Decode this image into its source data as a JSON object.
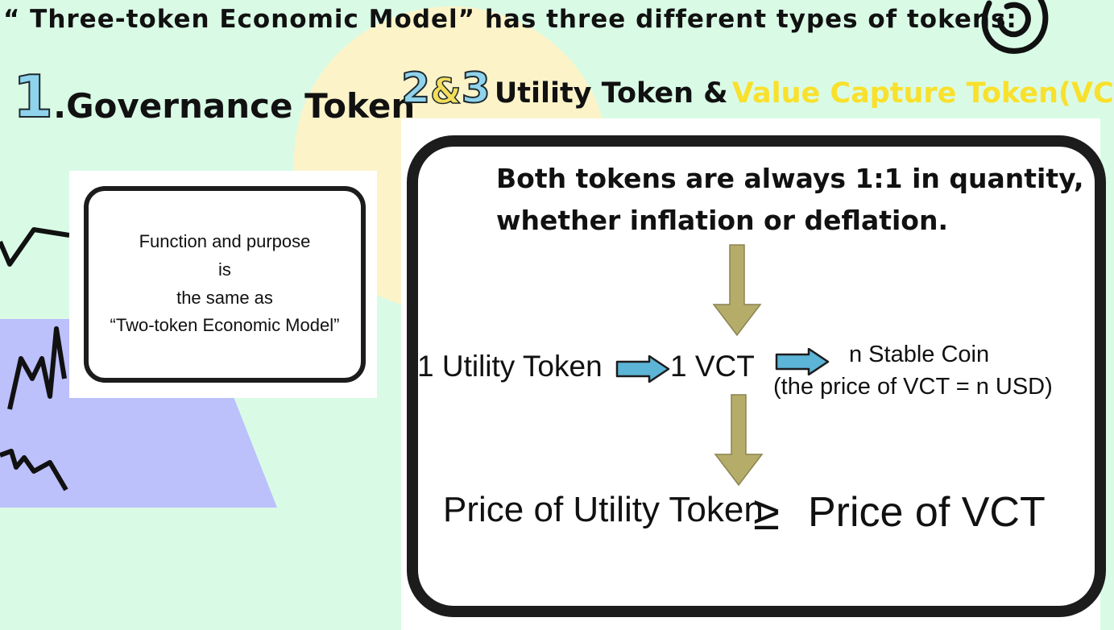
{
  "title": "“ Three-token Economic Model” has three different types of tokens:",
  "section1": {
    "number": "1",
    "label": ".Governance Token"
  },
  "section23": {
    "number_a": "2",
    "amp": "&",
    "number_b": "3",
    "utility_label": "Utility Token &",
    "vct_label": "Value Capture Token(VCT)"
  },
  "governance_box": {
    "lines": [
      "Function and purpose",
      "is",
      "the same as",
      "“Two-token Economic Model”"
    ]
  },
  "main_box": {
    "statement_line1": "Both tokens are always 1:1 in quantity,",
    "statement_line2": "whether inflation or deflation.",
    "flow_left": "1 Utility Token",
    "flow_mid": "1 VCT",
    "coin_line1": "n Stable Coin",
    "coin_line2": "(the price of VCT = n USD)",
    "bottom_left": "Price of Utility Token",
    "bottom_symbol": "≥",
    "bottom_right": "Price of VCT"
  },
  "colors": {
    "background": "#d9fbe6",
    "yellow_blob": "#fcf3c9",
    "purple_shape": "#bcc0fb",
    "number_fill": "#8fd3ec",
    "vct_yellow": "#f9e02c",
    "arrow_olive": "#b5ac6a",
    "arrow_blue": "#5cb4d6"
  },
  "icons": [
    "spiral-icon",
    "zigzag-line-icon",
    "down-arrow-icon",
    "right-arrow-icon"
  ]
}
